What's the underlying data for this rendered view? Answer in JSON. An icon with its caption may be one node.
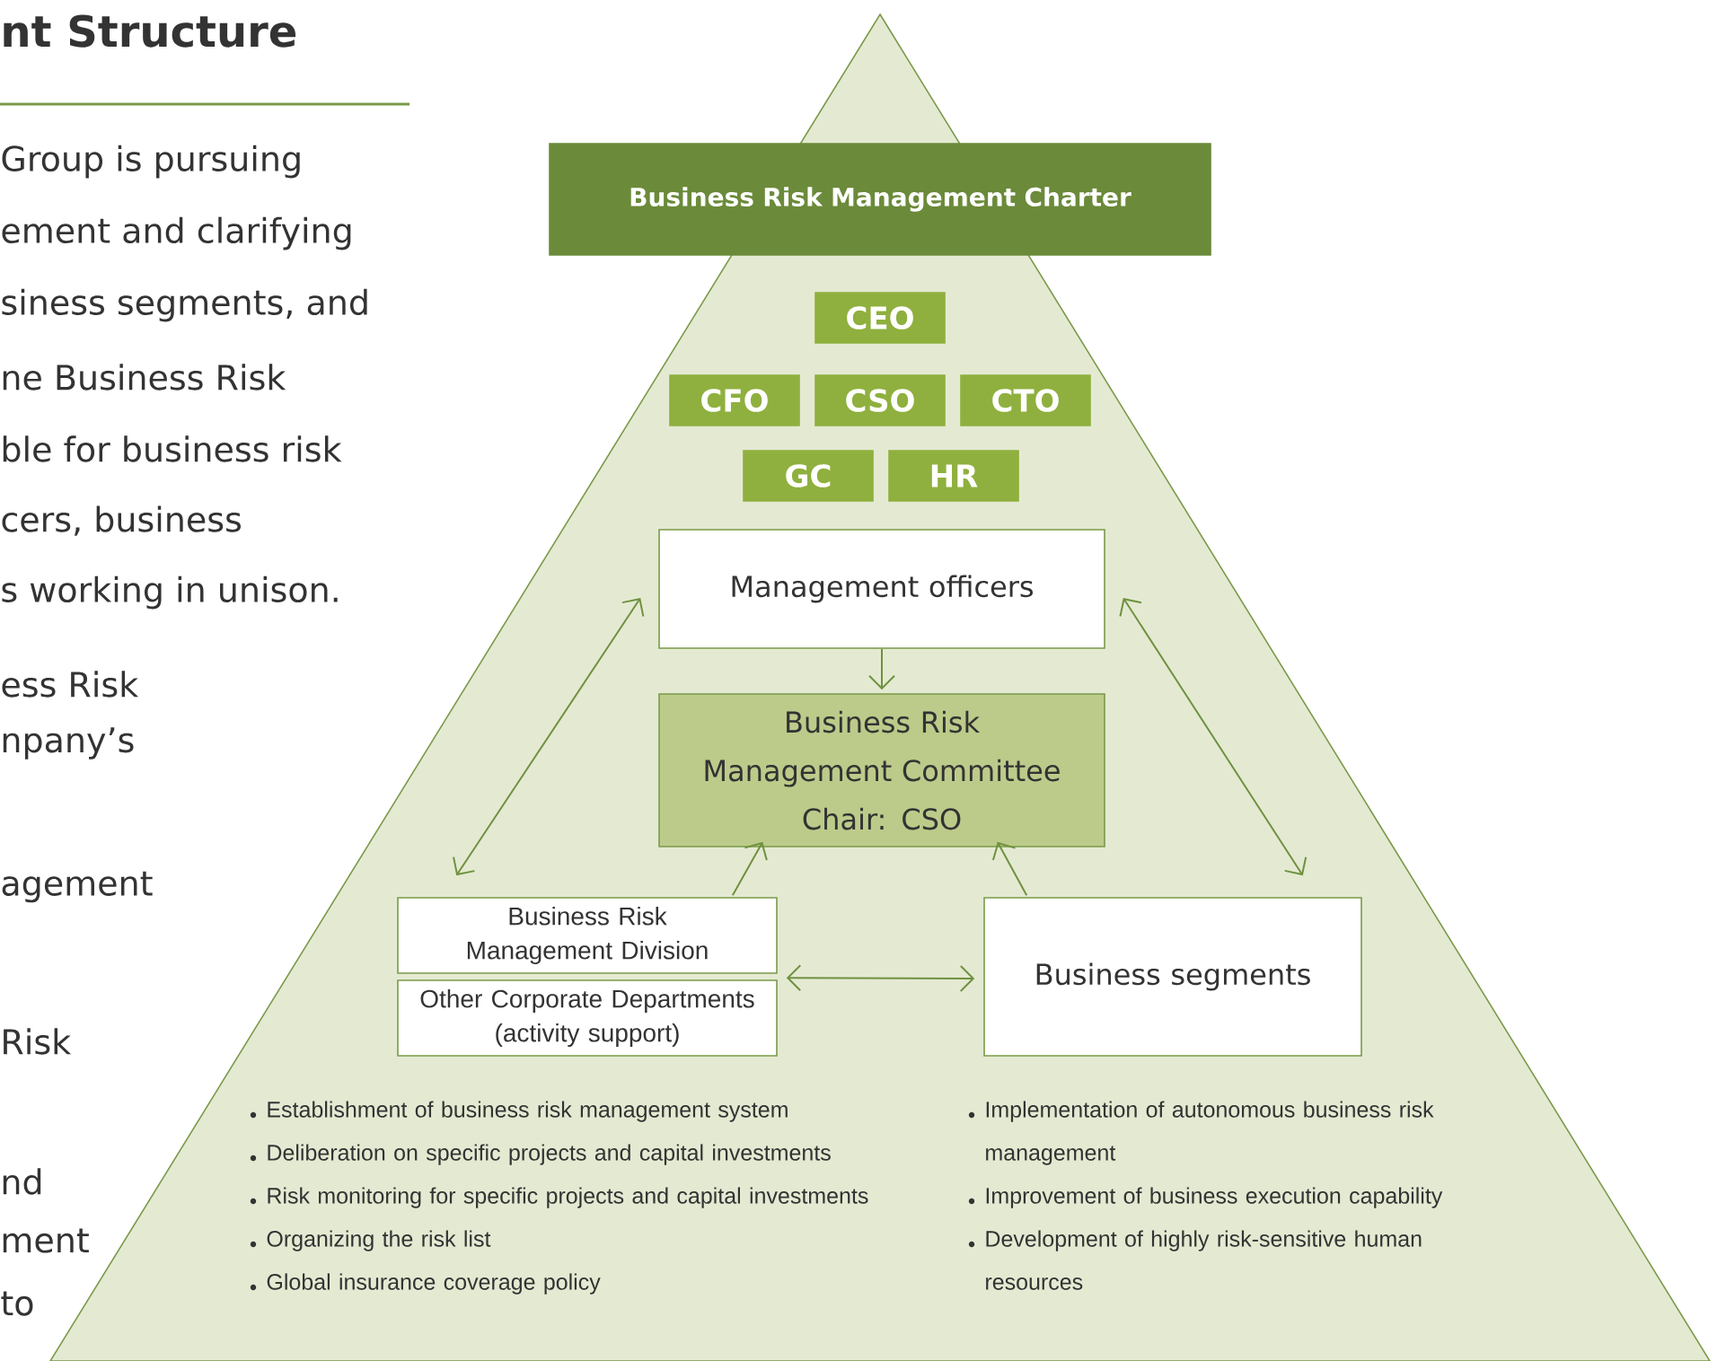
{
  "diagram": {
    "title": "nt Structure",
    "nodes": [
      {
        "text": [
          "Business Risk Management Charter"
        ]
      },
      {
        "text": [
          "CEO"
        ]
      },
      {
        "text": [
          "CFO"
        ]
      },
      {
        "text": [
          "CSO"
        ]
      },
      {
        "text": [
          "CTO"
        ]
      },
      {
        "text": [
          "GC"
        ]
      },
      {
        "text": [
          "HR"
        ]
      },
      {
        "text": [
          "Management officers"
        ]
      },
      {
        "text": [
          "Business Risk Management Committee",
          "Chair: CSO"
        ]
      },
      {
        "text": [
          "Business Risk Management Division"
        ]
      },
      {
        "text": [
          "Other Corporate Departments (activity support)"
        ]
      },
      {
        "text": [
          "Business segments"
        ]
      }
    ],
    "edges": [
      {
        "from": 7,
        "to": 8,
        "arrow": "to"
      },
      {
        "from": 9,
        "to": 8,
        "arrow": "to"
      },
      {
        "from": 11,
        "to": 8,
        "arrow": "to"
      },
      {
        "from": 7,
        "to": 9,
        "arrow": "both"
      },
      {
        "from": 7,
        "to": 11,
        "arrow": "both"
      },
      {
        "from": 10,
        "to": 11,
        "arrow": "both"
      }
    ],
    "labels": [
      "Group is pursuing",
      "ement and clarifying",
      "siness segments, and",
      "ne Business Risk",
      "ble for business risk",
      "cers, business",
      "s working in unison.",
      "ess Risk",
      "npany’s",
      "agement",
      "Risk",
      "nd",
      "ment",
      "to",
      "Establishment of business risk management system",
      "Deliberation on specific projects and capital investments",
      "Risk monitoring for specific projects and capital investments",
      "Organizing the risk list",
      "Global insurance coverage policy",
      "Implementation of autonomous business risk management",
      "Improvement of business execution capability",
      "Development of highly risk-sensitive human resources"
    ]
  }
}
